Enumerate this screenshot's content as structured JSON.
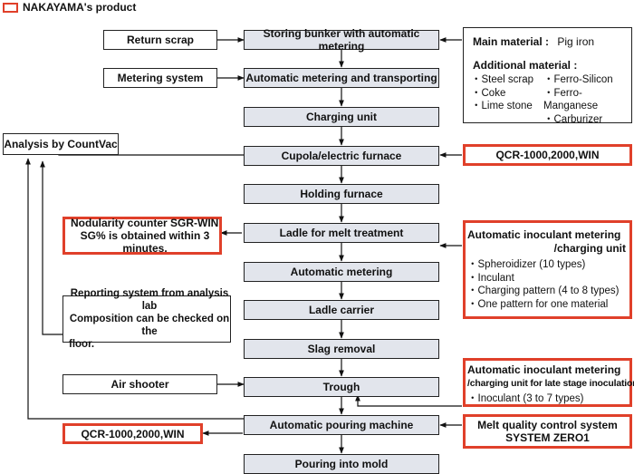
{
  "legend": {
    "label": "NAKAYAMA's product",
    "color": "#e0402a"
  },
  "process": [
    "Storing bunker with automatic metering",
    "Automatic metering and transporting",
    "Charging unit",
    "Cupola/electric furnace",
    "Holding furnace",
    "Ladle for melt treatment",
    "Automatic metering",
    "Ladle carrier",
    "Slag removal",
    "Trough",
    "Automatic pouring machine",
    "Pouring into mold"
  ],
  "left": {
    "return_scrap": "Return scrap",
    "metering_system": "Metering system",
    "analysis": "Analysis by CountVac",
    "nodularity": [
      "Nodularity counter SGR-WIN",
      "SG% is obtained within 3 minutes."
    ],
    "reporting": [
      "Reporting system from analysis lab",
      "Composition can be checked on the",
      "floor."
    ],
    "air_shooter": "Air shooter",
    "qcr_bottom": "QCR-1000,2000,WIN"
  },
  "materials": {
    "main_label": "Main material :",
    "main_value": "Pig iron",
    "additional_label": "Additional material :",
    "col1": [
      "Steel scrap",
      "Coke",
      "Lime stone"
    ],
    "col2": [
      "Ferro-Silicon",
      "Ferro-Manganese",
      "Carburizer"
    ]
  },
  "qcr_top": "QCR-1000,2000,WIN",
  "inoculant1": {
    "title": [
      "Automatic inoculant metering",
      "/charging unit"
    ],
    "items": [
      "Spheroidizer  (10 types)",
      "Inculant",
      "Charging pattern  (4 to 8 types)",
      "One pattern for one material"
    ]
  },
  "inoculant2": {
    "title": [
      "Automatic inoculant metering",
      "/charging unit for late stage inoculation"
    ],
    "items": [
      "Inoculant  (3 to 7 types)"
    ]
  },
  "melt_quality": [
    "Melt quality control system",
    "SYSTEM ZERO1"
  ]
}
